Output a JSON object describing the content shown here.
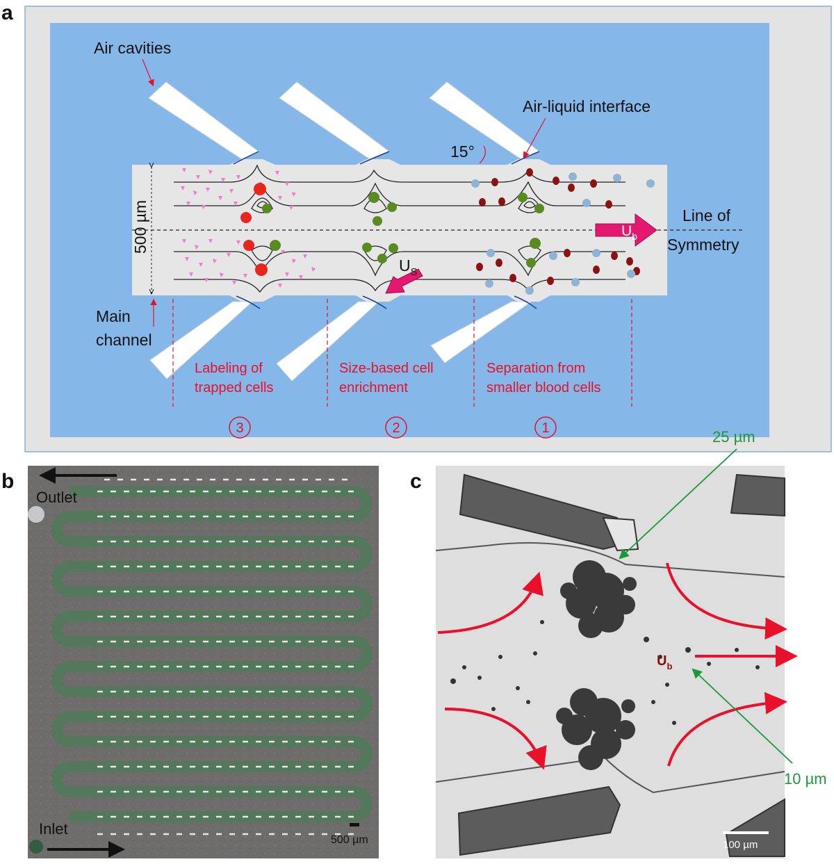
{
  "panels": {
    "a": {
      "letter": "a",
      "labels": {
        "air_cavities": "Air cavities",
        "air_liquid_interface": "Air-liquid interface",
        "angle": "15°",
        "width": "500 µm",
        "line_of_symmetry_1": "Line of",
        "line_of_symmetry_2": "Symmetry",
        "main_channel_1": "Main",
        "main_channel_2": "channel",
        "ub_main": "U",
        "ub_sub": "b",
        "us_main": "U",
        "us_sub": "S"
      },
      "regions": [
        {
          "line1": "Labeling of",
          "line2": "trapped cells",
          "number": "3"
        },
        {
          "line1": "Size-based cell",
          "line2": "enrichment",
          "number": "2"
        },
        {
          "line1": "Separation from",
          "line2": "smaller blood cells",
          "number": "1"
        }
      ],
      "colors": {
        "background": "#85b8e8",
        "frame": "#e3e3e3",
        "channel": "#e6e6e6",
        "accent": "#e8102a",
        "arrow": "#e5186f"
      }
    },
    "b": {
      "letter": "b",
      "outlet": "Outlet",
      "inlet": "Inlet",
      "scale": "500 µm"
    },
    "c": {
      "letter": "c",
      "label_25": "25 µm",
      "label_10": "10 µm",
      "ub_main": "U",
      "ub_sub": "b",
      "scale": "100 µm"
    }
  }
}
